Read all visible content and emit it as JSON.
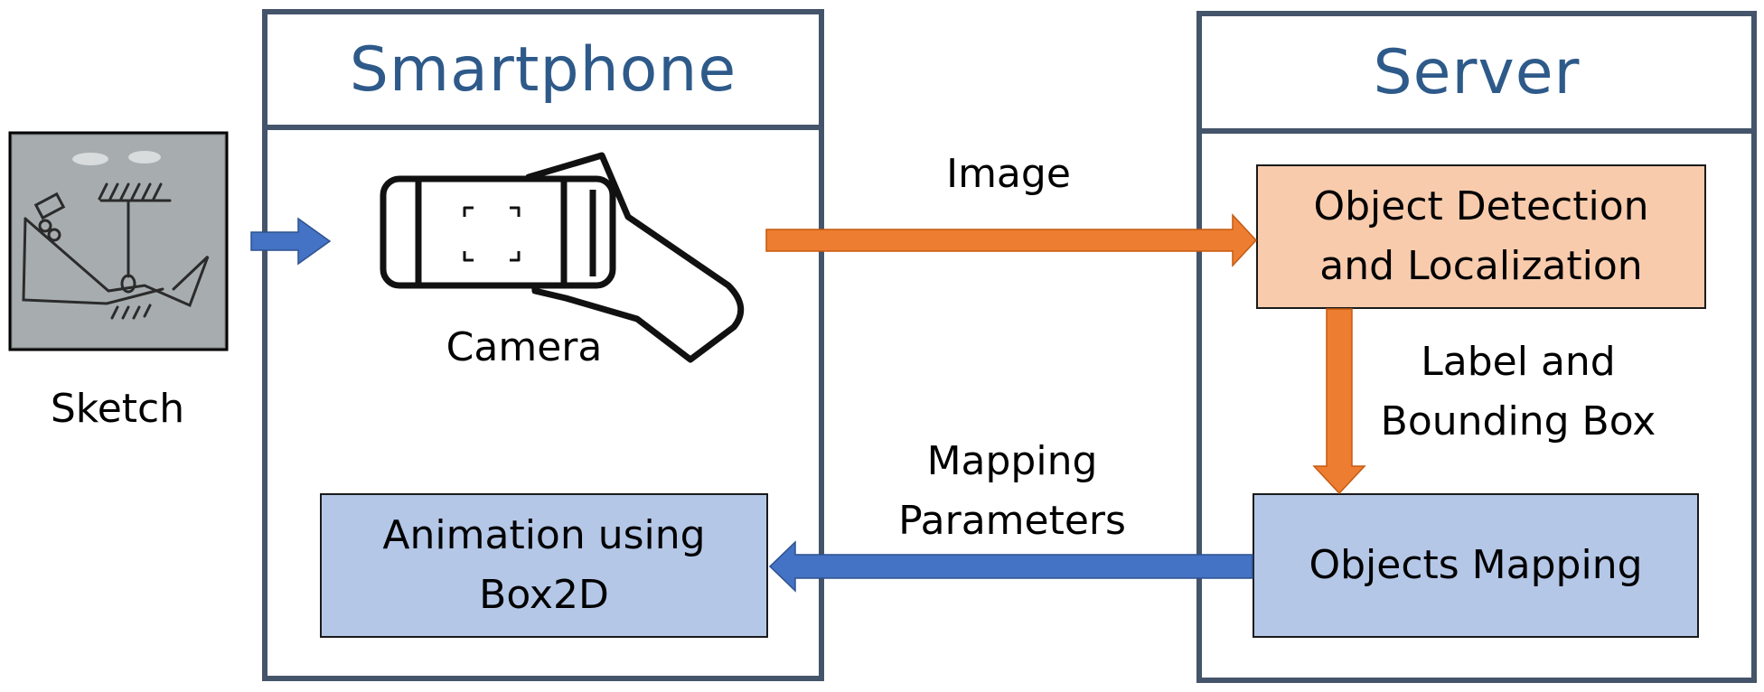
{
  "panels": {
    "smartphone": {
      "title": "Smartphone"
    },
    "server": {
      "title": "Server"
    }
  },
  "nodes": {
    "object_detection": {
      "label": "Object Detection\nand Localization"
    },
    "objects_mapping": {
      "label": "Objects Mapping"
    },
    "animation": {
      "label": "Animation using\nBox2D"
    }
  },
  "labels": {
    "sketch": "Sketch",
    "camera": "Camera",
    "image": "Image",
    "label_bbox": "Label and\nBounding Box",
    "mapping_params": "Mapping\nParameters"
  },
  "icons": {
    "sketch": "sketch-photo-icon",
    "camera": "smartphone-camera-in-hand-icon"
  },
  "colors": {
    "panel_border": "#44546a",
    "title_text": "#2e5a8a",
    "orange_fill": "#f8cbad",
    "blue_fill": "#b4c7e7",
    "orange_arrow": "#ed7d31",
    "blue_arrow": "#4472c4"
  }
}
